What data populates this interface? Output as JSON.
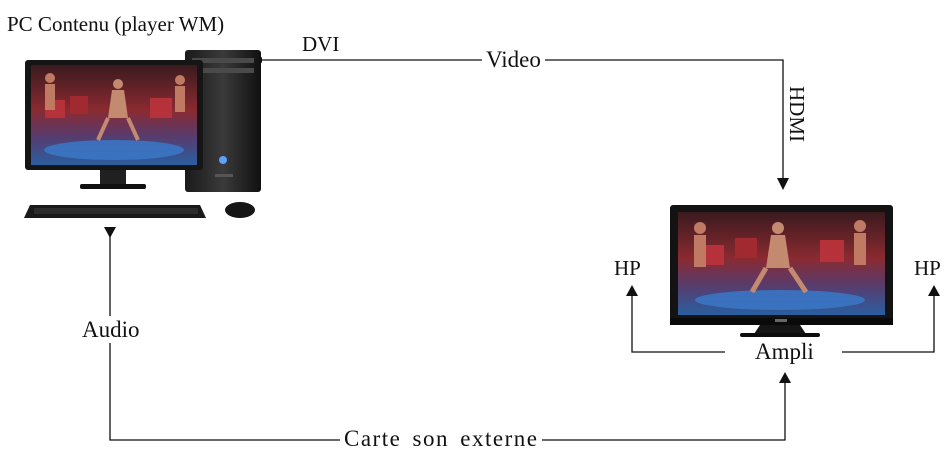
{
  "labels": {
    "pc_title": "PC Contenu (player WM)",
    "dvi": "DVI",
    "video": "Video",
    "hdmi": "HDMI",
    "audio": "Audio",
    "carte_son": "Carte son externe",
    "ampli": "Ampli",
    "hp_left": "HP",
    "hp_right": "HP"
  },
  "colors": {
    "line": "#111111",
    "screen_stage": "#2a4e8a",
    "screen_red": "#b5323a",
    "screen_dark": "#1a1214"
  },
  "icons": [
    "desktop-pc-icon",
    "flat-tv-icon"
  ]
}
